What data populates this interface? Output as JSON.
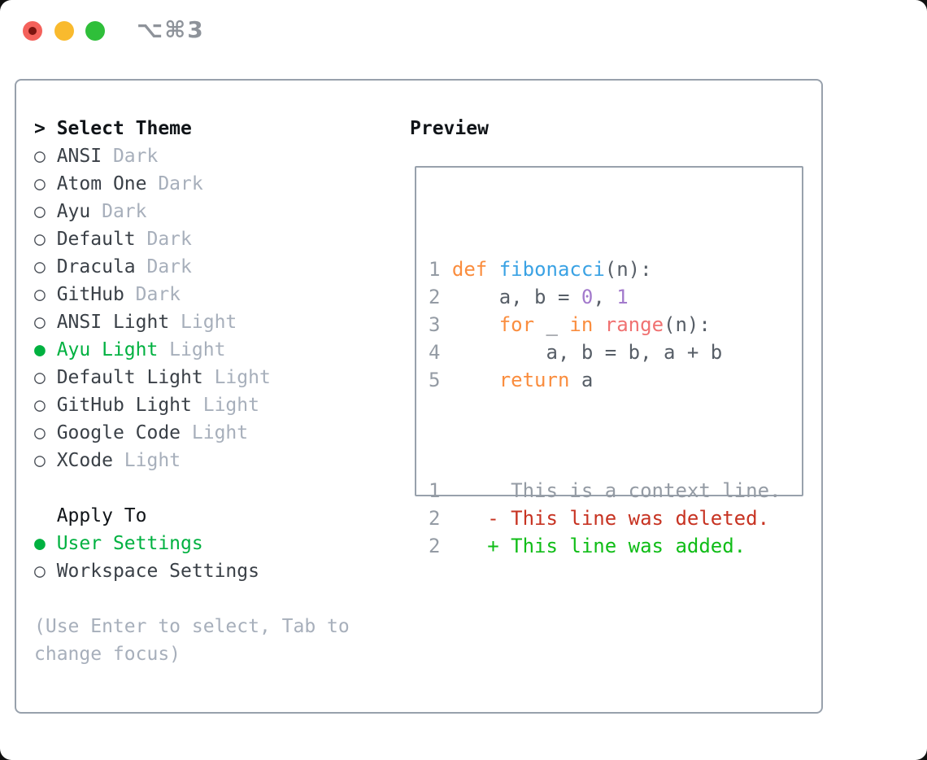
{
  "titlebar": {
    "title": "⌥⌘3"
  },
  "glyphs": {
    "prompt": "> ",
    "radio_on": "●",
    "radio_off": "○"
  },
  "select_theme": {
    "heading": "Select Theme",
    "themes": [
      {
        "name": "ANSI",
        "variant": "Dark",
        "selected": false
      },
      {
        "name": "Atom One",
        "variant": "Dark",
        "selected": false
      },
      {
        "name": "Ayu",
        "variant": "Dark",
        "selected": false
      },
      {
        "name": "Default",
        "variant": "Dark",
        "selected": false
      },
      {
        "name": "Dracula",
        "variant": "Dark",
        "selected": false
      },
      {
        "name": "GitHub",
        "variant": "Dark",
        "selected": false
      },
      {
        "name": "ANSI Light",
        "variant": "Light",
        "selected": false
      },
      {
        "name": "Ayu Light",
        "variant": "Light",
        "selected": true
      },
      {
        "name": "Default Light",
        "variant": "Light",
        "selected": false
      },
      {
        "name": "GitHub Light",
        "variant": "Light",
        "selected": false
      },
      {
        "name": "Google Code",
        "variant": "Light",
        "selected": false
      },
      {
        "name": "XCode",
        "variant": "Light",
        "selected": false
      }
    ]
  },
  "apply_to": {
    "heading": "Apply To",
    "options": [
      {
        "label": "User Settings",
        "selected": true
      },
      {
        "label": "Workspace Settings",
        "selected": false
      }
    ]
  },
  "hint": "(Use Enter to select, Tab to change focus)",
  "preview": {
    "heading": "Preview",
    "code_lines": [
      {
        "num": "1",
        "tokens": [
          {
            "t": "def",
            "c": "kw"
          },
          {
            "t": " ",
            "c": "fg"
          },
          {
            "t": "fibonacci",
            "c": "fn"
          },
          {
            "t": "(n):",
            "c": "fg"
          }
        ]
      },
      {
        "num": "2",
        "tokens": [
          {
            "t": "    a, b = ",
            "c": "fg"
          },
          {
            "t": "0",
            "c": "num"
          },
          {
            "t": ", ",
            "c": "fg"
          },
          {
            "t": "1",
            "c": "num"
          }
        ]
      },
      {
        "num": "3",
        "tokens": [
          {
            "t": "    ",
            "c": "fg"
          },
          {
            "t": "for",
            "c": "kw"
          },
          {
            "t": " _ ",
            "c": "fg"
          },
          {
            "t": "in",
            "c": "kw"
          },
          {
            "t": " ",
            "c": "fg"
          },
          {
            "t": "range",
            "c": "bi"
          },
          {
            "t": "(n):",
            "c": "fg"
          }
        ]
      },
      {
        "num": "4",
        "tokens": [
          {
            "t": "        a, b = b, a + b",
            "c": "fg"
          }
        ]
      },
      {
        "num": "5",
        "tokens": [
          {
            "t": "    ",
            "c": "fg"
          },
          {
            "t": "return",
            "c": "kw"
          },
          {
            "t": " a",
            "c": "fg"
          }
        ]
      }
    ],
    "diff_lines": [
      {
        "num": "1",
        "content": "      This is a context line.",
        "kind": "context"
      },
      {
        "num": "2",
        "content": "    - This line was deleted.",
        "kind": "deleted"
      },
      {
        "num": "2",
        "content": "    + This line was added.",
        "kind": "added"
      }
    ]
  },
  "colors": {
    "green": "#00b140",
    "added": "#10bd17",
    "deleted": "#c73322",
    "kw": "#fa8d3e",
    "fn": "#3aa2e4",
    "bi": "#f07171",
    "num": "#a37acc",
    "fg": "#575e67",
    "gray": "#949ba4",
    "muted": "#a7afbb",
    "circle": "#4b5058",
    "name": "#3a4047",
    "text": "#101418",
    "border": "#98a1ac",
    "title": "#8e939a"
  }
}
